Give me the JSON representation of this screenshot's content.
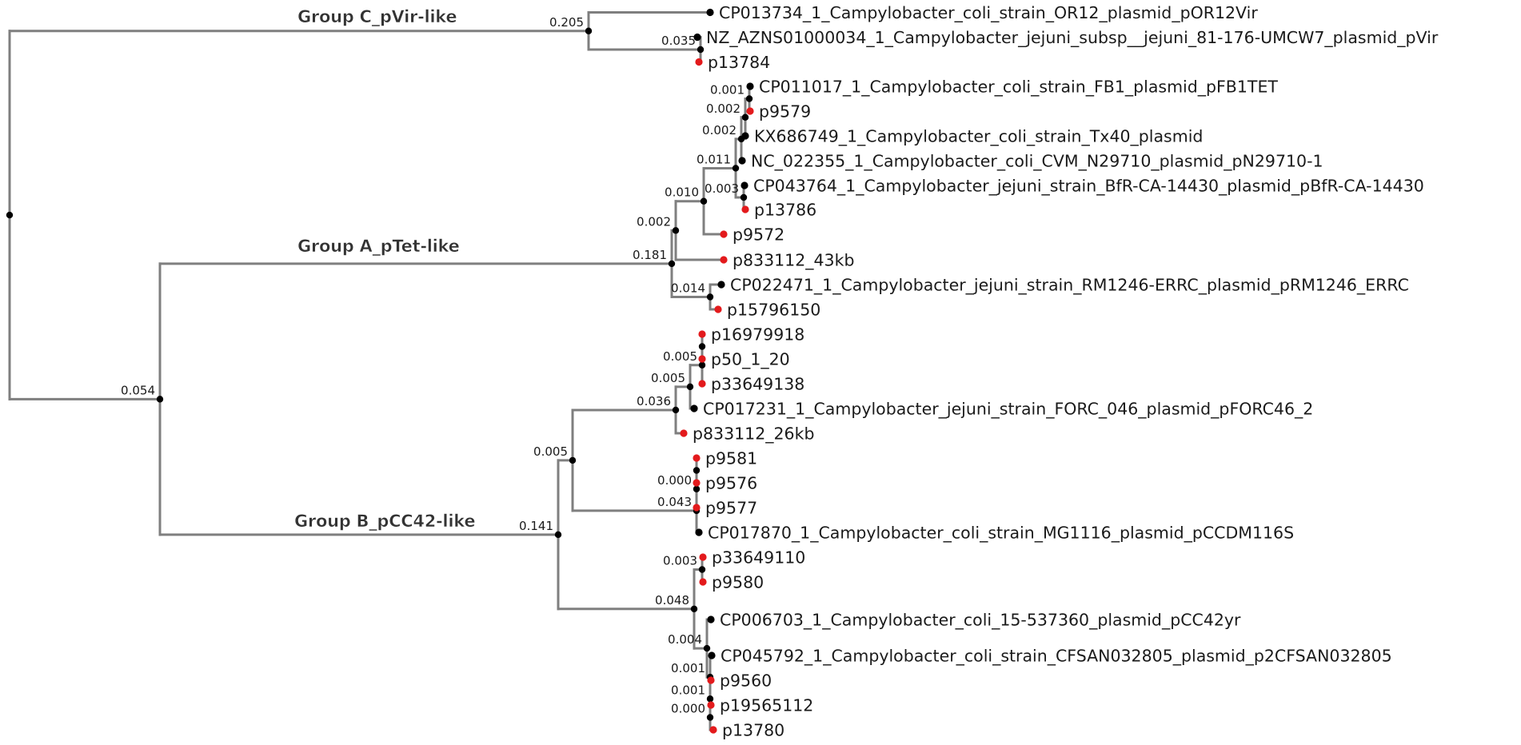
{
  "colors": {
    "branch": "#7f7f7f",
    "internal_node": "#000000",
    "reference_leaf": "#000000",
    "study_leaf": "#e31a1c"
  },
  "groups": [
    {
      "id": "grpC",
      "label": "Group C_pVir-like"
    },
    {
      "id": "grpA",
      "label": "Group A_pTet-like"
    },
    {
      "id": "grpB",
      "label": "Group B_pCC42-like"
    }
  ],
  "nodes": [
    {
      "id": "root"
    },
    {
      "id": "nC",
      "parent": "root",
      "support": "0.205"
    },
    {
      "id": "nC1",
      "parent": "nC",
      "support": "0.035"
    },
    {
      "id": "nAB",
      "parent": "root",
      "support": "0.054"
    },
    {
      "id": "nA",
      "parent": "nAB",
      "support": "0.181"
    },
    {
      "id": "nA1",
      "parent": "nA",
      "support": "0.002"
    },
    {
      "id": "nA2",
      "parent": "nA1",
      "support": "0.010"
    },
    {
      "id": "nA3",
      "parent": "nA2",
      "support": "0.011"
    },
    {
      "id": "nA4",
      "parent": "nA3",
      "support": "0.002"
    },
    {
      "id": "nA5",
      "parent": "nA4",
      "support": "0.002"
    },
    {
      "id": "nA6",
      "parent": "nA5",
      "support": "0.001"
    },
    {
      "id": "nA7",
      "parent": "nA3",
      "support": "0.003"
    },
    {
      "id": "nA8",
      "parent": "nA",
      "support": "0.014"
    },
    {
      "id": "nB",
      "parent": "nAB",
      "support": "0.141"
    },
    {
      "id": "nB1",
      "parent": "nB",
      "support": "0.005"
    },
    {
      "id": "nB2",
      "parent": "nB1",
      "support": "0.036"
    },
    {
      "id": "nB3",
      "parent": "nB2",
      "support": "0.005"
    },
    {
      "id": "nB4",
      "parent": "nB3",
      "support": "0.005"
    },
    {
      "id": "nB4a",
      "parent": "nB4"
    },
    {
      "id": "nB5",
      "parent": "nB1",
      "support": "0.043"
    },
    {
      "id": "nB6",
      "parent": "nB5",
      "support": "0.000"
    },
    {
      "id": "nB6a",
      "parent": "nB6"
    },
    {
      "id": "nB7",
      "parent": "nB",
      "support": "0.048"
    },
    {
      "id": "nB8",
      "parent": "nB7",
      "support": "0.003"
    },
    {
      "id": "nB9",
      "parent": "nB7",
      "support": "0.004"
    },
    {
      "id": "nB10",
      "parent": "nB9",
      "support": "0.001"
    },
    {
      "id": "nB11",
      "parent": "nB10",
      "support": "0.001"
    },
    {
      "id": "nB12",
      "parent": "nB11",
      "support": "0.000"
    }
  ],
  "leaves": [
    {
      "parent": "nC",
      "label": "CP013734_1_Campylobacter_coli_strain_OR12_plasmid_pOR12Vir",
      "kind": "reference"
    },
    {
      "parent": "nC1",
      "label": "NZ_AZNS01000034_1_Campylobacter_jejuni_subsp__jejuni_81-176-UMCW7_plasmid_pVir",
      "kind": "reference"
    },
    {
      "parent": "nC1",
      "label": "p13784",
      "kind": "study"
    },
    {
      "parent": "nA6",
      "label": "CP011017_1_Campylobacter_coli_strain_FB1_plasmid_pFB1TET",
      "kind": "reference"
    },
    {
      "parent": "nA6",
      "label": "p9579",
      "kind": "study"
    },
    {
      "parent": "nA5",
      "label": "KX686749_1_Campylobacter_coli_strain_Tx40_plasmid",
      "kind": "reference"
    },
    {
      "parent": "nA4",
      "label": "NC_022355_1_Campylobacter_coli_CVM_N29710_plasmid_pN29710-1",
      "kind": "reference"
    },
    {
      "parent": "nA7",
      "label": "CP043764_1_Campylobacter_jejuni_strain_BfR-CA-14430_plasmid_pBfR-CA-14430",
      "kind": "reference"
    },
    {
      "parent": "nA7",
      "label": "p13786",
      "kind": "study"
    },
    {
      "parent": "nA2",
      "label": "p9572",
      "kind": "study"
    },
    {
      "parent": "nA1",
      "label": "p833112_43kb",
      "kind": "study"
    },
    {
      "parent": "nA8",
      "label": "CP022471_1_Campylobacter_jejuni_strain_RM1246-ERRC_plasmid_pRM1246_ERRC",
      "kind": "reference"
    },
    {
      "parent": "nA8",
      "label": "p15796150",
      "kind": "study"
    },
    {
      "parent": "nB4a",
      "label": "p16979918",
      "kind": "study"
    },
    {
      "parent": "nB4a",
      "label": "p50_1_20",
      "kind": "study"
    },
    {
      "parent": "nB4",
      "label": "p33649138",
      "kind": "study"
    },
    {
      "parent": "nB3",
      "label": "CP017231_1_Campylobacter_jejuni_strain_FORC_046_plasmid_pFORC46_2",
      "kind": "reference"
    },
    {
      "parent": "nB2",
      "label": "p833112_26kb",
      "kind": "study"
    },
    {
      "parent": "nB6a",
      "label": "p9581",
      "kind": "study"
    },
    {
      "parent": "nB6a",
      "label": "p9576",
      "kind": "study"
    },
    {
      "parent": "nB6",
      "label": "p9577",
      "kind": "study"
    },
    {
      "parent": "nB5",
      "label": "CP017870_1_Campylobacter_coli_strain_MG1116_plasmid_pCCDM116S",
      "kind": "reference"
    },
    {
      "parent": "nB8",
      "label": "p33649110",
      "kind": "study"
    },
    {
      "parent": "nB8",
      "label": "p9580",
      "kind": "study"
    },
    {
      "parent": "nB9",
      "label": "CP006703_1_Campylobacter_coli_15-537360_plasmid_pCC42yr",
      "kind": "reference"
    },
    {
      "parent": "nB10",
      "label": "CP045792_1_Campylobacter_coli_strain_CFSAN032805_plasmid_p2CFSAN032805",
      "kind": "reference"
    },
    {
      "parent": "nB11",
      "label": "p9560",
      "kind": "study"
    },
    {
      "parent": "nB12",
      "label": "p19565112",
      "kind": "study"
    },
    {
      "parent": "nB12",
      "label": "p13780",
      "kind": "study"
    }
  ]
}
